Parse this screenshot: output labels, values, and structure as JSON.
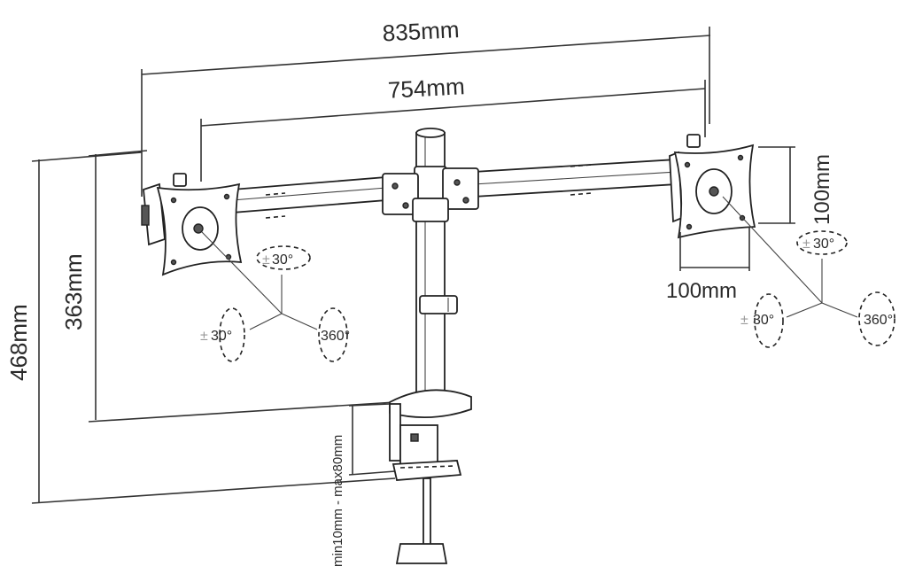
{
  "dimensions": {
    "overall_width": "835mm",
    "arm_width": "754mm",
    "vesa_height": "100mm",
    "vesa_width": "100mm",
    "total_height": "468mm",
    "arm_height": "363mm",
    "clamp_range": "min10mm - max80mm"
  },
  "rotations": {
    "left": {
      "tilt_top": "30°",
      "swivel_side": "30°",
      "rotate": "360°"
    },
    "right": {
      "tilt_top": "30°",
      "swivel_side": "30°",
      "rotate": "360°"
    },
    "plus_minus": "±"
  },
  "colors": {
    "line": "#222222",
    "background": "#ffffff"
  }
}
